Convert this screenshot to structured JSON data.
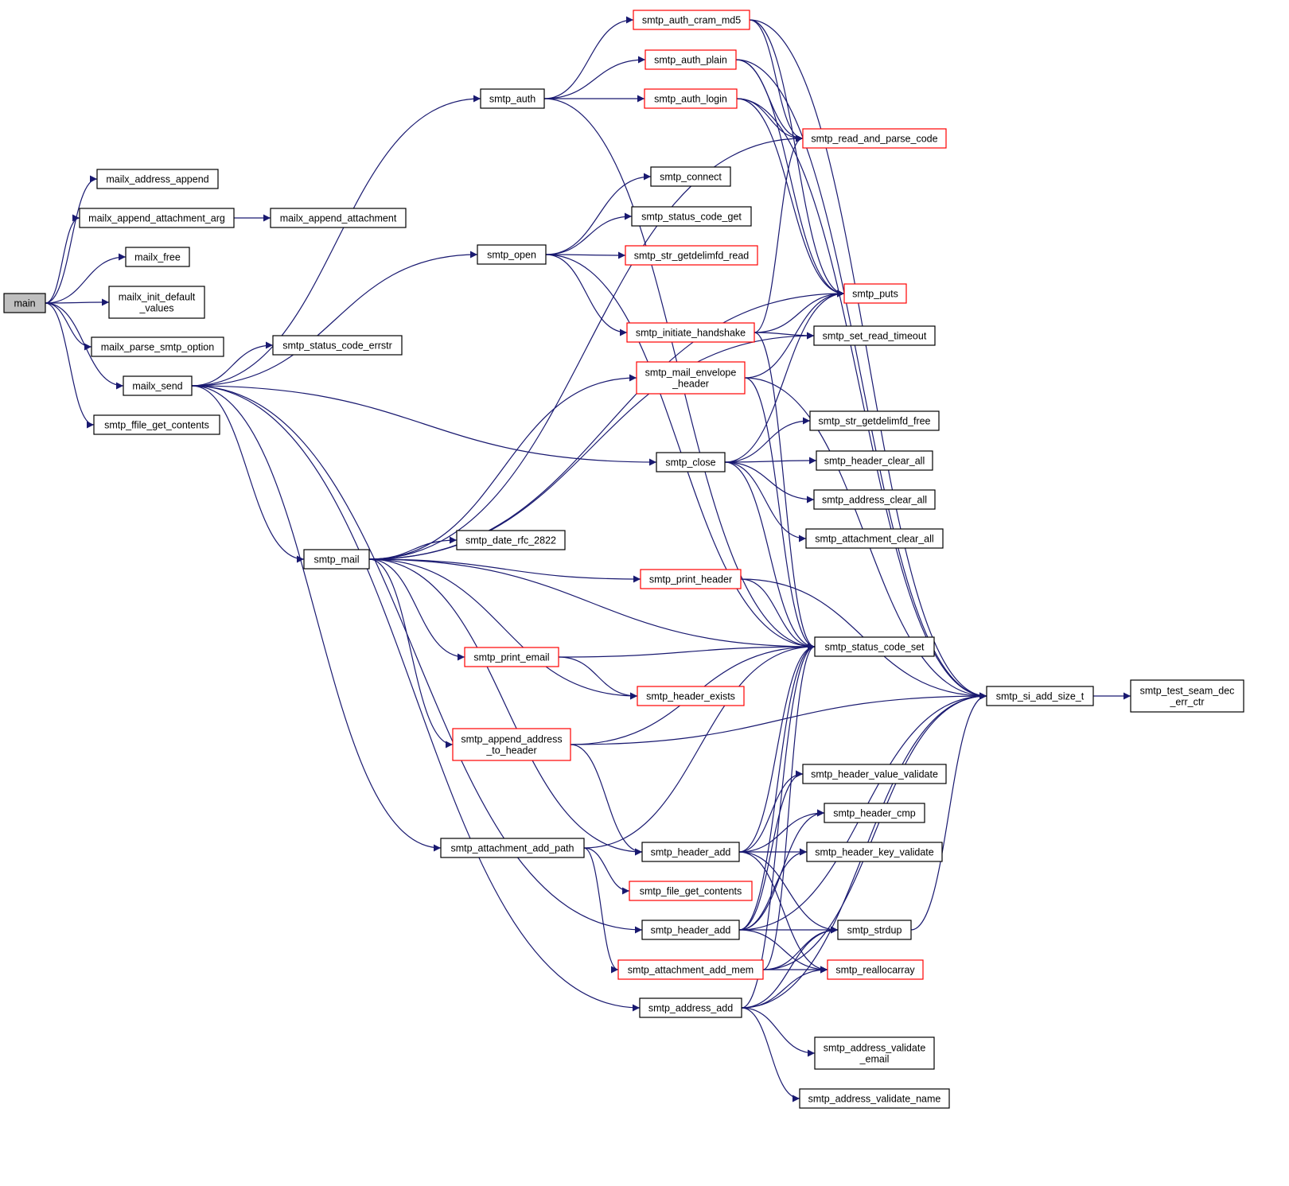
{
  "colors": {
    "edge": "#191970",
    "border_default": "#000000",
    "border_truncated": "#ff0000",
    "fill_root": "#bfbfbf",
    "fill_default": "#ffffff"
  },
  "nodes": [
    {
      "id": "main",
      "lines": [
        "main"
      ],
      "style": "root"
    },
    {
      "id": "mailx_address_append",
      "lines": [
        "mailx_address_append"
      ],
      "style": "default"
    },
    {
      "id": "mailx_append_attachment_arg",
      "lines": [
        "mailx_append_attachment_arg"
      ],
      "style": "default"
    },
    {
      "id": "mailx_append_attachment",
      "lines": [
        "mailx_append_attachment"
      ],
      "style": "default"
    },
    {
      "id": "mailx_free",
      "lines": [
        "mailx_free"
      ],
      "style": "default"
    },
    {
      "id": "mailx_init_default_values",
      "lines": [
        "mailx_init_default",
        "_values"
      ],
      "style": "default"
    },
    {
      "id": "mailx_parse_smtp_option",
      "lines": [
        "mailx_parse_smtp_option"
      ],
      "style": "default"
    },
    {
      "id": "mailx_send",
      "lines": [
        "mailx_send"
      ],
      "style": "default"
    },
    {
      "id": "smtp_ffile_get_contents",
      "lines": [
        "smtp_ffile_get_contents"
      ],
      "style": "default"
    },
    {
      "id": "smtp_auth",
      "lines": [
        "smtp_auth"
      ],
      "style": "default"
    },
    {
      "id": "smtp_open",
      "lines": [
        "smtp_open"
      ],
      "style": "default"
    },
    {
      "id": "smtp_status_code_errstr",
      "lines": [
        "smtp_status_code_errstr"
      ],
      "style": "default"
    },
    {
      "id": "smtp_mail",
      "lines": [
        "smtp_mail"
      ],
      "style": "default"
    },
    {
      "id": "smtp_date_rfc_2822",
      "lines": [
        "smtp_date_rfc_2822"
      ],
      "style": "default"
    },
    {
      "id": "smtp_print_email",
      "lines": [
        "smtp_print_email"
      ],
      "style": "truncated"
    },
    {
      "id": "smtp_append_address_to_header",
      "lines": [
        "smtp_append_address",
        "_to_header"
      ],
      "style": "truncated"
    },
    {
      "id": "smtp_attachment_add_path",
      "lines": [
        "smtp_attachment_add_path"
      ],
      "style": "default"
    },
    {
      "id": "smtp_auth_cram_md5",
      "lines": [
        "smtp_auth_cram_md5"
      ],
      "style": "truncated"
    },
    {
      "id": "smtp_auth_plain",
      "lines": [
        "smtp_auth_plain"
      ],
      "style": "truncated"
    },
    {
      "id": "smtp_auth_login",
      "lines": [
        "smtp_auth_login"
      ],
      "style": "truncated"
    },
    {
      "id": "smtp_connect",
      "lines": [
        "smtp_connect"
      ],
      "style": "default"
    },
    {
      "id": "smtp_status_code_get",
      "lines": [
        "smtp_status_code_get"
      ],
      "style": "default"
    },
    {
      "id": "smtp_str_getdelimfd_read",
      "lines": [
        "smtp_str_getdelimfd_read"
      ],
      "style": "truncated"
    },
    {
      "id": "smtp_initiate_handshake",
      "lines": [
        "smtp_initiate_handshake"
      ],
      "style": "truncated"
    },
    {
      "id": "smtp_mail_envelope_header",
      "lines": [
        "smtp_mail_envelope",
        "_header"
      ],
      "style": "truncated"
    },
    {
      "id": "smtp_close",
      "lines": [
        "smtp_close"
      ],
      "style": "default"
    },
    {
      "id": "smtp_print_header",
      "lines": [
        "smtp_print_header"
      ],
      "style": "truncated"
    },
    {
      "id": "smtp_header_exists",
      "lines": [
        "smtp_header_exists"
      ],
      "style": "truncated"
    },
    {
      "id": "smtp_file_get_contents",
      "lines": [
        "smtp_file_get_contents"
      ],
      "style": "truncated"
    },
    {
      "id": "smtp_header_add",
      "lines": [
        "smtp_header_add"
      ],
      "style": "default"
    },
    {
      "id": "smtp_header_add2",
      "lines": [
        "smtp_header_add"
      ],
      "style": "default"
    },
    {
      "id": "smtp_attachment_add_mem",
      "lines": [
        "smtp_attachment_add_mem"
      ],
      "style": "truncated"
    },
    {
      "id": "smtp_address_add",
      "lines": [
        "smtp_address_add"
      ],
      "style": "default"
    },
    {
      "id": "smtp_read_and_parse_code",
      "lines": [
        "smtp_read_and_parse_code"
      ],
      "style": "truncated"
    },
    {
      "id": "smtp_puts",
      "lines": [
        "smtp_puts"
      ],
      "style": "truncated"
    },
    {
      "id": "smtp_set_read_timeout",
      "lines": [
        "smtp_set_read_timeout"
      ],
      "style": "default"
    },
    {
      "id": "smtp_str_getdelimfd_free",
      "lines": [
        "smtp_str_getdelimfd_free"
      ],
      "style": "default"
    },
    {
      "id": "smtp_header_clear_all",
      "lines": [
        "smtp_header_clear_all"
      ],
      "style": "default"
    },
    {
      "id": "smtp_address_clear_all",
      "lines": [
        "smtp_address_clear_all"
      ],
      "style": "default"
    },
    {
      "id": "smtp_attachment_clear_all",
      "lines": [
        "smtp_attachment_clear_all"
      ],
      "style": "default"
    },
    {
      "id": "smtp_status_code_set",
      "lines": [
        "smtp_status_code_set"
      ],
      "style": "default"
    },
    {
      "id": "smtp_header_value_validate",
      "lines": [
        "smtp_header_value_validate"
      ],
      "style": "default"
    },
    {
      "id": "smtp_header_cmp",
      "lines": [
        "smtp_header_cmp"
      ],
      "style": "default"
    },
    {
      "id": "smtp_header_key_validate",
      "lines": [
        "smtp_header_key_validate"
      ],
      "style": "default"
    },
    {
      "id": "smtp_strdup",
      "lines": [
        "smtp_strdup"
      ],
      "style": "default"
    },
    {
      "id": "smtp_reallocarray",
      "lines": [
        "smtp_reallocarray"
      ],
      "style": "truncated"
    },
    {
      "id": "smtp_address_validate_email",
      "lines": [
        "smtp_address_validate",
        "_email"
      ],
      "style": "default"
    },
    {
      "id": "smtp_address_validate_name",
      "lines": [
        "smtp_address_validate_name"
      ],
      "style": "default"
    },
    {
      "id": "smtp_si_add_size_t",
      "lines": [
        "smtp_si_add_size_t"
      ],
      "style": "default"
    },
    {
      "id": "smtp_test_seam_dec_err_ctr",
      "lines": [
        "smtp_test_seam_dec",
        "_err_ctr"
      ],
      "style": "default"
    }
  ],
  "edges": [
    [
      "main",
      "mailx_address_append"
    ],
    [
      "main",
      "mailx_append_attachment_arg"
    ],
    [
      "main",
      "mailx_free"
    ],
    [
      "main",
      "mailx_init_default_values"
    ],
    [
      "main",
      "mailx_parse_smtp_option"
    ],
    [
      "main",
      "mailx_send"
    ],
    [
      "main",
      "smtp_ffile_get_contents"
    ],
    [
      "mailx_append_attachment_arg",
      "mailx_append_attachment"
    ],
    [
      "mailx_send",
      "smtp_auth"
    ],
    [
      "mailx_send",
      "smtp_open"
    ],
    [
      "mailx_send",
      "smtp_status_code_errstr"
    ],
    [
      "mailx_send",
      "smtp_mail"
    ],
    [
      "mailx_send",
      "smtp_close"
    ],
    [
      "mailx_send",
      "smtp_attachment_add_path"
    ],
    [
      "mailx_send",
      "smtp_header_add2"
    ],
    [
      "mailx_send",
      "smtp_address_add"
    ],
    [
      "smtp_auth",
      "smtp_auth_cram_md5"
    ],
    [
      "smtp_auth",
      "smtp_auth_plain"
    ],
    [
      "smtp_auth",
      "smtp_auth_login"
    ],
    [
      "smtp_auth",
      "smtp_status_code_set"
    ],
    [
      "smtp_auth_cram_md5",
      "smtp_si_add_size_t"
    ],
    [
      "smtp_auth_cram_md5",
      "smtp_read_and_parse_code"
    ],
    [
      "smtp_auth_cram_md5",
      "smtp_puts"
    ],
    [
      "smtp_auth_plain",
      "smtp_si_add_size_t"
    ],
    [
      "smtp_auth_plain",
      "smtp_read_and_parse_code"
    ],
    [
      "smtp_auth_plain",
      "smtp_puts"
    ],
    [
      "smtp_auth_login",
      "smtp_si_add_size_t"
    ],
    [
      "smtp_auth_login",
      "smtp_read_and_parse_code"
    ],
    [
      "smtp_auth_login",
      "smtp_puts"
    ],
    [
      "smtp_open",
      "smtp_connect"
    ],
    [
      "smtp_open",
      "smtp_status_code_get"
    ],
    [
      "smtp_open",
      "smtp_str_getdelimfd_read"
    ],
    [
      "smtp_open",
      "smtp_initiate_handshake"
    ],
    [
      "smtp_open",
      "smtp_status_code_set"
    ],
    [
      "smtp_initiate_handshake",
      "smtp_read_and_parse_code"
    ],
    [
      "smtp_initiate_handshake",
      "smtp_puts"
    ],
    [
      "smtp_initiate_handshake",
      "smtp_set_read_timeout"
    ],
    [
      "smtp_initiate_handshake",
      "smtp_status_code_set"
    ],
    [
      "smtp_mail",
      "smtp_read_and_parse_code"
    ],
    [
      "smtp_mail",
      "smtp_puts"
    ],
    [
      "smtp_mail",
      "smtp_mail_envelope_header"
    ],
    [
      "smtp_mail",
      "smtp_set_read_timeout"
    ],
    [
      "smtp_mail",
      "smtp_date_rfc_2822"
    ],
    [
      "smtp_mail",
      "smtp_print_header"
    ],
    [
      "smtp_mail",
      "smtp_status_code_set"
    ],
    [
      "smtp_mail",
      "smtp_print_email"
    ],
    [
      "smtp_mail",
      "smtp_header_exists"
    ],
    [
      "smtp_mail",
      "smtp_append_address_to_header"
    ],
    [
      "smtp_mail",
      "smtp_header_add"
    ],
    [
      "smtp_mail_envelope_header",
      "smtp_puts"
    ],
    [
      "smtp_mail_envelope_header",
      "smtp_si_add_size_t"
    ],
    [
      "smtp_mail_envelope_header",
      "smtp_status_code_set"
    ],
    [
      "smtp_close",
      "smtp_puts"
    ],
    [
      "smtp_close",
      "smtp_str_getdelimfd_free"
    ],
    [
      "smtp_close",
      "smtp_header_clear_all"
    ],
    [
      "smtp_close",
      "smtp_address_clear_all"
    ],
    [
      "smtp_close",
      "smtp_attachment_clear_all"
    ],
    [
      "smtp_close",
      "smtp_status_code_set"
    ],
    [
      "smtp_print_header",
      "smtp_si_add_size_t"
    ],
    [
      "smtp_print_header",
      "smtp_status_code_set"
    ],
    [
      "smtp_print_email",
      "smtp_status_code_set"
    ],
    [
      "smtp_print_email",
      "smtp_header_exists"
    ],
    [
      "smtp_append_address_to_header",
      "smtp_status_code_set"
    ],
    [
      "smtp_append_address_to_header",
      "smtp_si_add_size_t"
    ],
    [
      "smtp_append_address_to_header",
      "smtp_header_add"
    ],
    [
      "smtp_attachment_add_path",
      "smtp_status_code_set"
    ],
    [
      "smtp_attachment_add_path",
      "smtp_file_get_contents"
    ],
    [
      "smtp_attachment_add_path",
      "smtp_attachment_add_mem"
    ],
    [
      "smtp_header_add",
      "smtp_status_code_set"
    ],
    [
      "smtp_header_add",
      "smtp_header_value_validate"
    ],
    [
      "smtp_header_add",
      "smtp_header_cmp"
    ],
    [
      "smtp_header_add",
      "smtp_header_key_validate"
    ],
    [
      "smtp_header_add",
      "smtp_strdup"
    ],
    [
      "smtp_header_add",
      "smtp_reallocarray"
    ],
    [
      "smtp_header_add2",
      "smtp_status_code_set"
    ],
    [
      "smtp_header_add2",
      "smtp_header_value_validate"
    ],
    [
      "smtp_header_add2",
      "smtp_header_cmp"
    ],
    [
      "smtp_header_add2",
      "smtp_header_key_validate"
    ],
    [
      "smtp_header_add2",
      "smtp_strdup"
    ],
    [
      "smtp_header_add2",
      "smtp_reallocarray"
    ],
    [
      "smtp_header_add2",
      "smtp_si_add_size_t"
    ],
    [
      "smtp_attachment_add_mem",
      "smtp_strdup"
    ],
    [
      "smtp_attachment_add_mem",
      "smtp_reallocarray"
    ],
    [
      "smtp_attachment_add_mem",
      "smtp_si_add_size_t"
    ],
    [
      "smtp_attachment_add_mem",
      "smtp_status_code_set"
    ],
    [
      "smtp_address_add",
      "smtp_strdup"
    ],
    [
      "smtp_address_add",
      "smtp_reallocarray"
    ],
    [
      "smtp_address_add",
      "smtp_status_code_set"
    ],
    [
      "smtp_address_add",
      "smtp_address_validate_email"
    ],
    [
      "smtp_address_add",
      "smtp_address_validate_name"
    ],
    [
      "smtp_address_add",
      "smtp_si_add_size_t"
    ],
    [
      "smtp_strdup",
      "smtp_si_add_size_t"
    ],
    [
      "smtp_si_add_size_t",
      "smtp_test_seam_dec_err_ctr"
    ]
  ]
}
